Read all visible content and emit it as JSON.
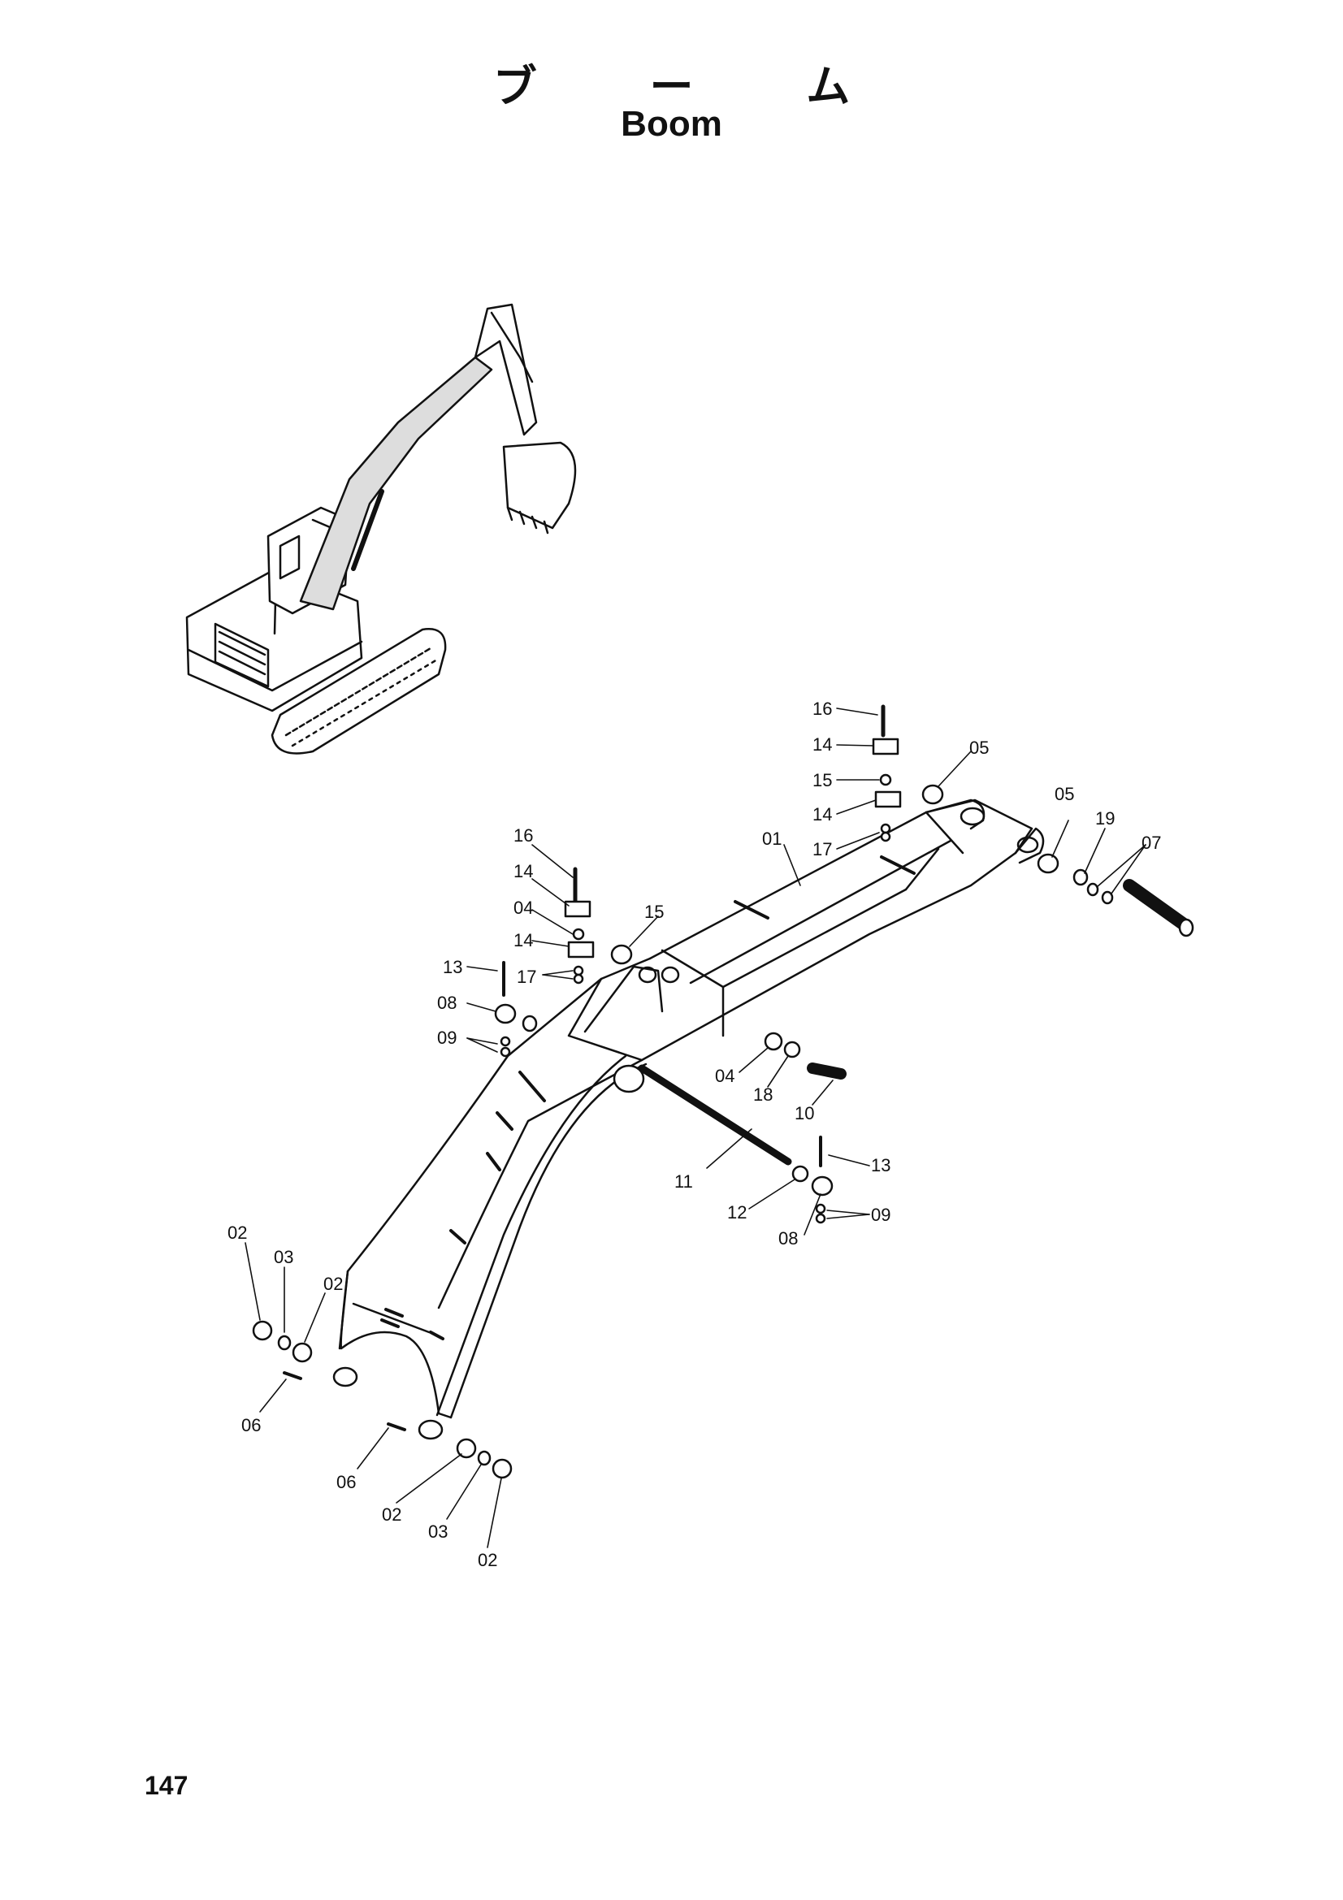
{
  "header": {
    "title_jp": "ブ ー ム",
    "title_en": "Boom"
  },
  "footer": {
    "page_number": "147"
  },
  "callouts": [
    "16",
    "14",
    "05",
    "15",
    "14",
    "05",
    "19",
    "07",
    "17",
    "01",
    "16",
    "14",
    "15",
    "04",
    "14",
    "13",
    "17",
    "08",
    "09",
    "04",
    "18",
    "10",
    "13",
    "11",
    "12",
    "08",
    "09",
    "02",
    "03",
    "02",
    "06",
    "06",
    "02",
    "03",
    "02"
  ]
}
